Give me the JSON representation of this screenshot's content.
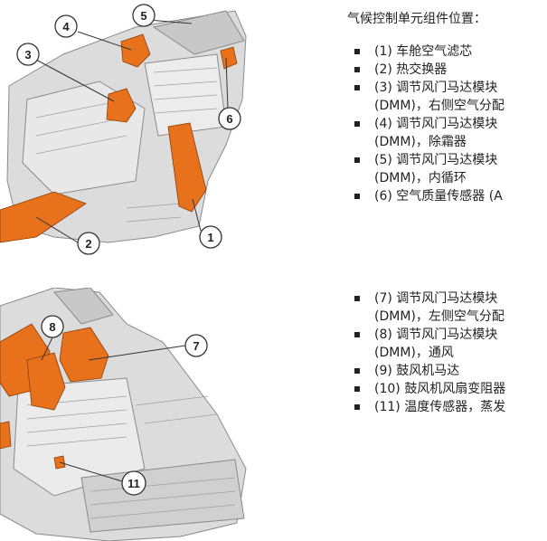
{
  "title": "气候控制单元组件位置：",
  "legend_group_a": [
    {
      "line1": "(1) 车舱空气滤芯",
      "line2": ""
    },
    {
      "line1": "(2) 热交换器",
      "line2": ""
    },
    {
      "line1": "(3) 调节风门马达模块",
      "line2": "(DMM)，右侧空气分配"
    },
    {
      "line1": "(4) 调节风门马达模块",
      "line2": "(DMM)，除霜器"
    },
    {
      "line1": "(5) 调节风门马达模块",
      "line2": "(DMM)，内循环"
    },
    {
      "line1": "(6) 空气质量传感器 (A",
      "line2": ""
    }
  ],
  "legend_group_b": [
    {
      "line1": "(7) 调节风门马达模块",
      "line2": "(DMM)，左侧空气分配"
    },
    {
      "line1": "(8) 调节风门马达模块",
      "line2": "(DMM)，通风"
    },
    {
      "line1": "(9) 鼓风机马达",
      "line2": ""
    },
    {
      "line1": "(10) 鼓风机风扇变阻器",
      "line2": ""
    },
    {
      "line1": "(11) 温度传感器，蒸发",
      "line2": ""
    }
  ],
  "callouts_top": [
    "1",
    "2",
    "3",
    "4",
    "5",
    "6"
  ],
  "callouts_bottom": [
    "7",
    "8",
    "11"
  ],
  "colors": {
    "component": "#e8721c",
    "housing": "#d9d9d9",
    "outline": "#8a8a8a"
  }
}
